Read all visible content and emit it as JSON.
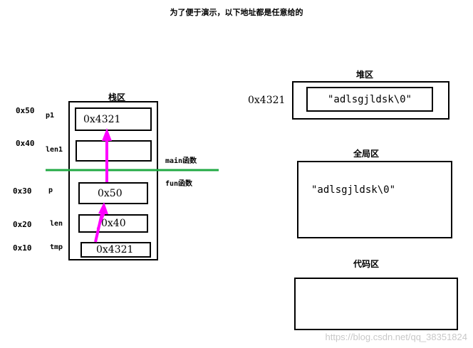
{
  "title": "为了便于演示，以下地址都是任意给的",
  "stack": {
    "title": "栈区",
    "cells": [
      {
        "address": "0x50",
        "name": "p1",
        "value": "0x4321"
      },
      {
        "address": "0x40",
        "name": "len1",
        "value": ""
      },
      {
        "address": "0x30",
        "name": "p",
        "value": "0x50"
      },
      {
        "address": "0x20",
        "name": "len",
        "value": "0x40"
      },
      {
        "address": "0x10",
        "name": "tmp",
        "value": "0x4321"
      }
    ],
    "divider_top_label": "main函数",
    "divider_bottom_label": "fun函数"
  },
  "heap": {
    "title": "堆区",
    "address": "0x4321",
    "value": "\"adlsgjldsk\\0\""
  },
  "global": {
    "title": "全局区",
    "value": "\"adlsgjldsk\\0\""
  },
  "code": {
    "title": "代码区"
  },
  "watermark": "https://blog.csdn.net/qq_38351824",
  "colors": {
    "arrow": "#ff00ff",
    "divider": "#22aa44"
  }
}
